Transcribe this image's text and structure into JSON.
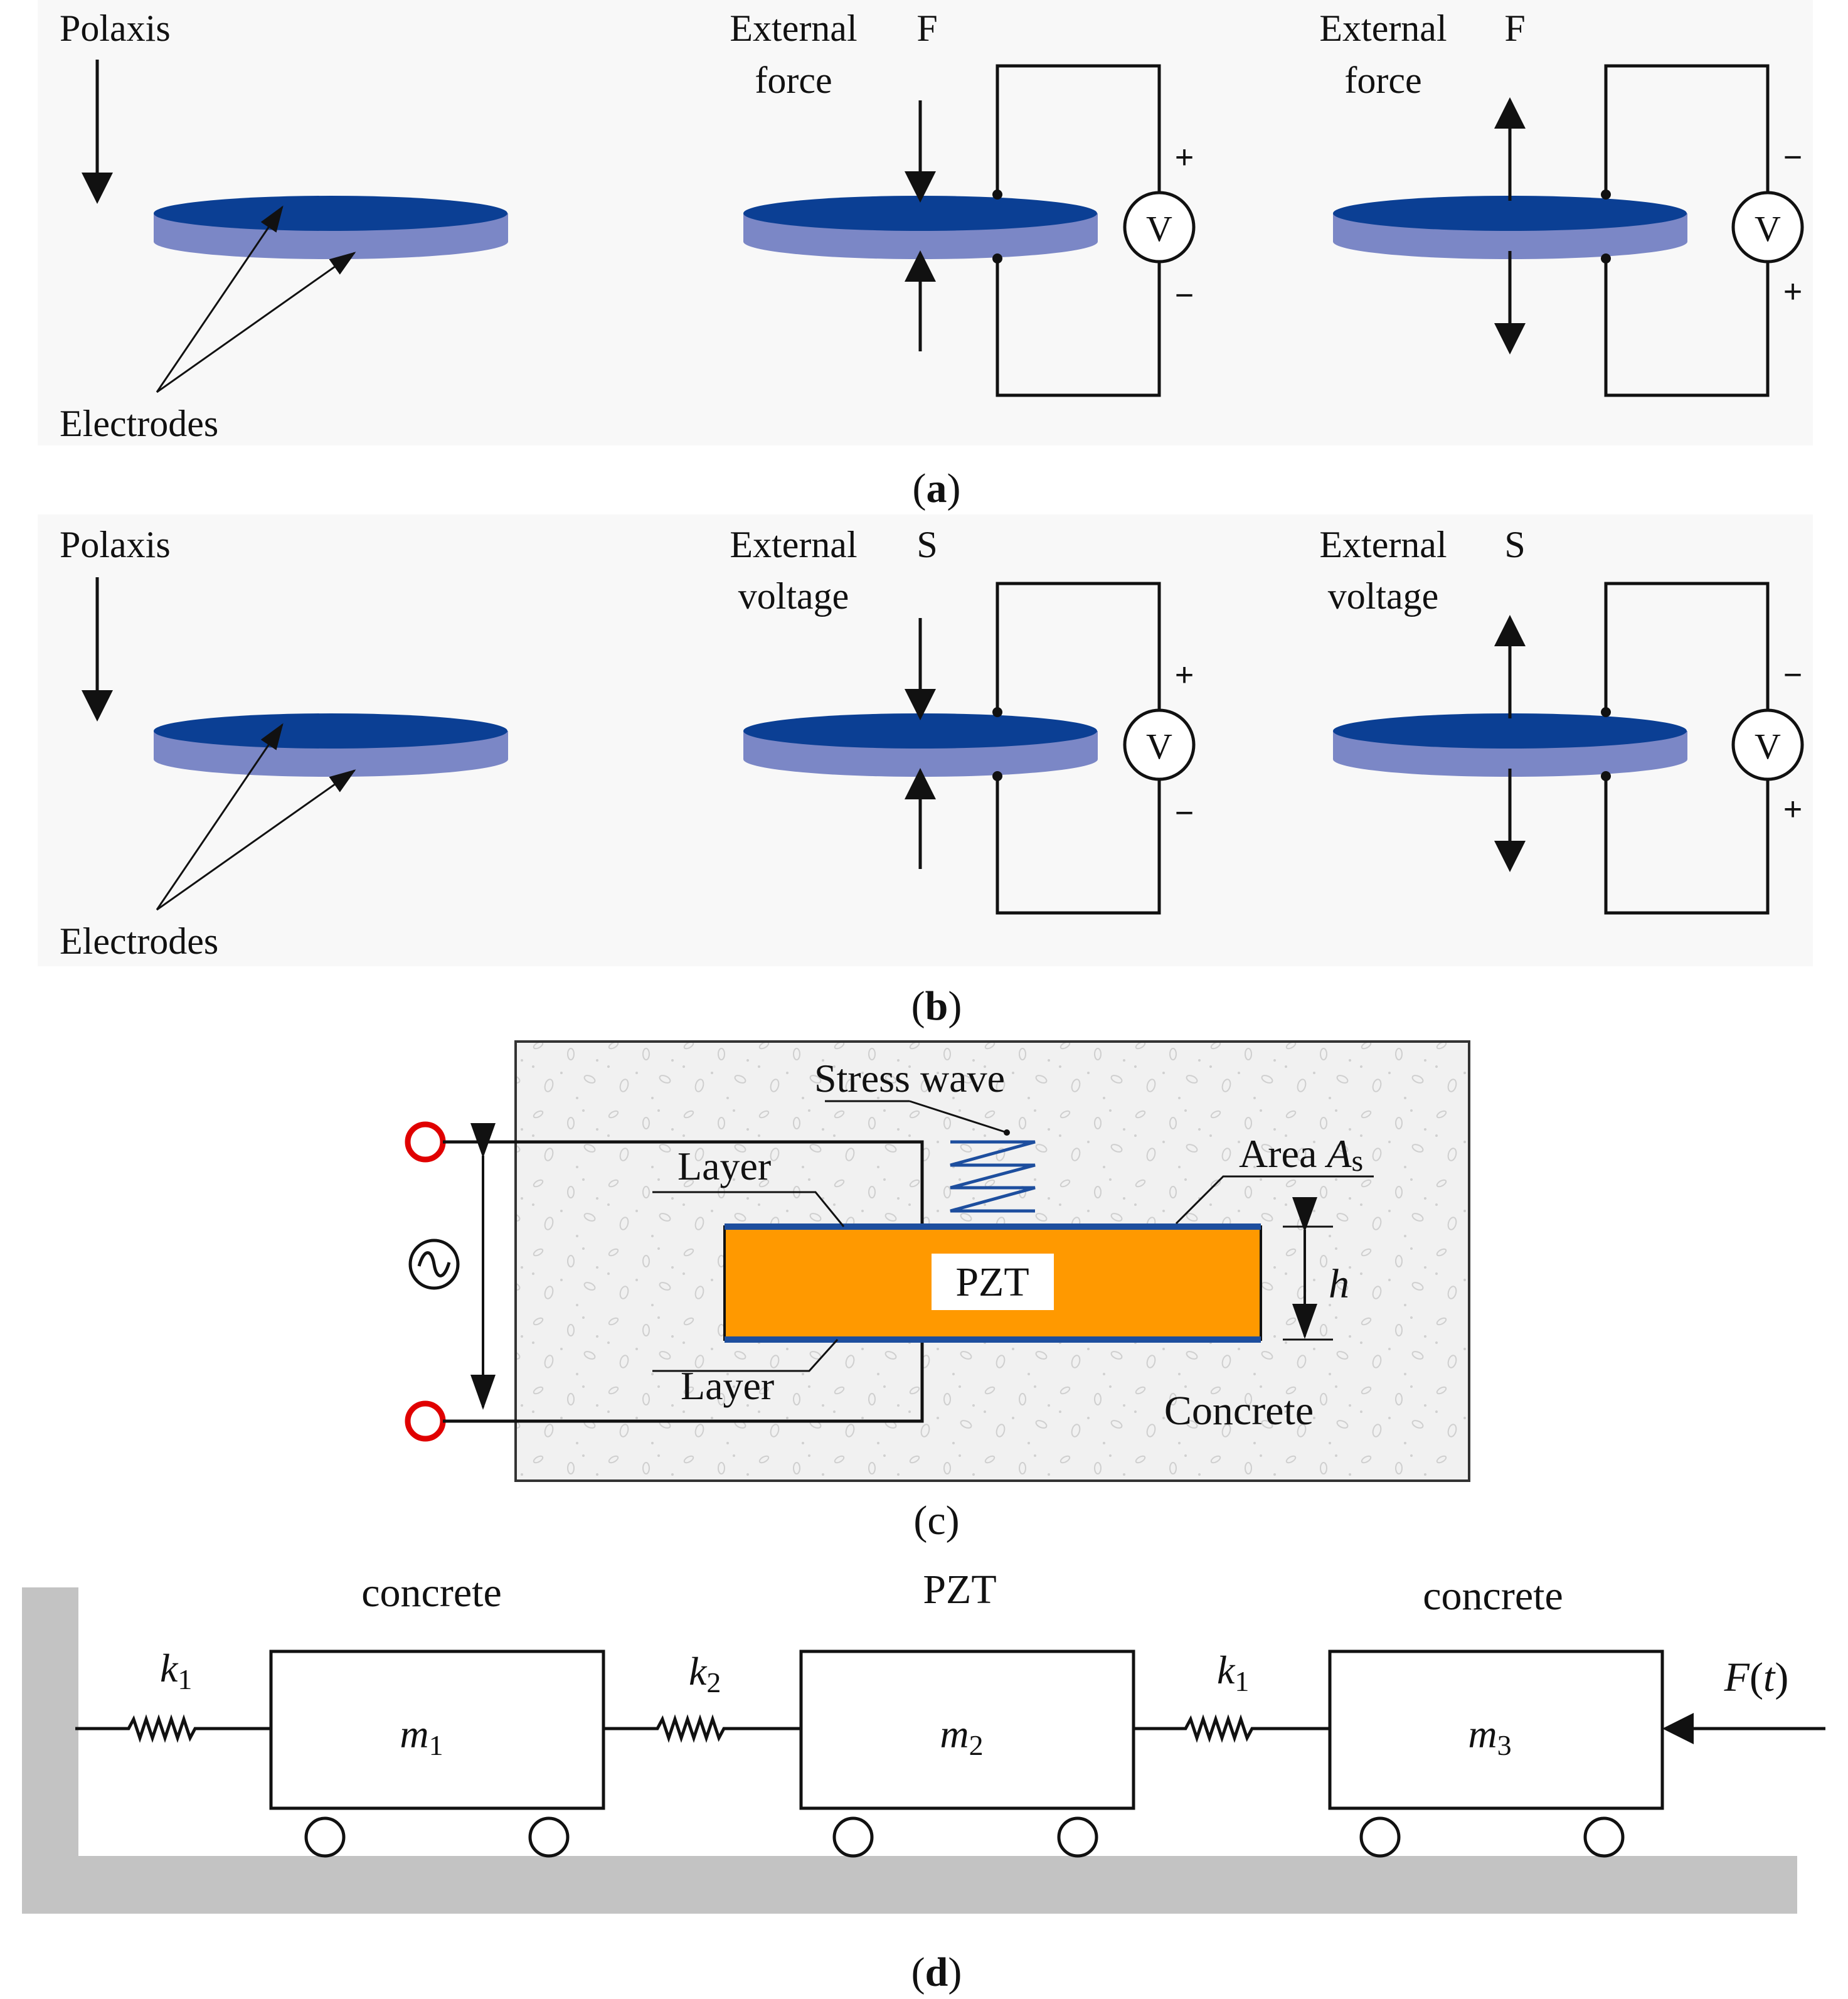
{
  "colors": {
    "disk_top": "#0b3f94",
    "disk_side": "#7b87c6",
    "pzt_fill": "#ff9900",
    "layer_line": "#1d4e9e",
    "terminal": "#e00000",
    "concrete_bg": "#f1f1f1",
    "ground": "#c3c3c3",
    "panel_bg": "#f8f8f8"
  },
  "icons": {
    "voltmeter": "circle-V-icon",
    "ac_source": "sine-in-circle-icon",
    "spring": "zigzag-spring-icon",
    "wheel": "roller-wheel-icon"
  },
  "panel_a": {
    "caption_open": "(",
    "caption_letter": "a",
    "caption_close": ")",
    "left": {
      "polaxis": "Polaxis",
      "electrodes": "Electrodes"
    },
    "middle": {
      "ext_line1": "External",
      "ext_line2": "force",
      "symbol": "F",
      "plus": "+",
      "minus": "−",
      "voltmeter": "V"
    },
    "right": {
      "ext_line1": "External",
      "ext_line2": "force",
      "symbol": "F",
      "minus": "−",
      "plus": "+",
      "voltmeter": "V"
    }
  },
  "panel_b": {
    "caption_open": "(",
    "caption_letter": "b",
    "caption_close": ")",
    "left": {
      "polaxis": "Polaxis",
      "electrodes": "Electrodes"
    },
    "middle": {
      "ext_line1": "External",
      "ext_line2": "voltage",
      "symbol": "S",
      "plus": "+",
      "minus": "−",
      "voltmeter": "V"
    },
    "right": {
      "ext_line1": "External",
      "ext_line2": "voltage",
      "symbol": "S",
      "minus": "−",
      "plus": "+",
      "voltmeter": "V"
    }
  },
  "panel_c": {
    "caption": "(c)",
    "stress_wave": "Stress wave",
    "layer_top": "Layer",
    "layer_bottom": "Layer",
    "area_label": "Area ",
    "area_symbol": "A",
    "area_subscript": "s",
    "pzt": "PZT",
    "height": "h",
    "concrete": "Concrete"
  },
  "panel_d": {
    "caption_open": "(",
    "caption_letter": "d",
    "caption_close": ")",
    "labels": [
      "concrete",
      "PZT",
      "concrete"
    ],
    "masses": [
      {
        "symbol": "m",
        "index": "1"
      },
      {
        "symbol": "m",
        "index": "2"
      },
      {
        "symbol": "m",
        "index": "3"
      }
    ],
    "springs": [
      {
        "symbol": "k",
        "index": "1"
      },
      {
        "symbol": "k",
        "index": "2"
      },
      {
        "symbol": "k",
        "index": "1"
      }
    ],
    "force": {
      "symbol": "F",
      "open": "(",
      "arg": "t",
      "close": ")"
    }
  }
}
